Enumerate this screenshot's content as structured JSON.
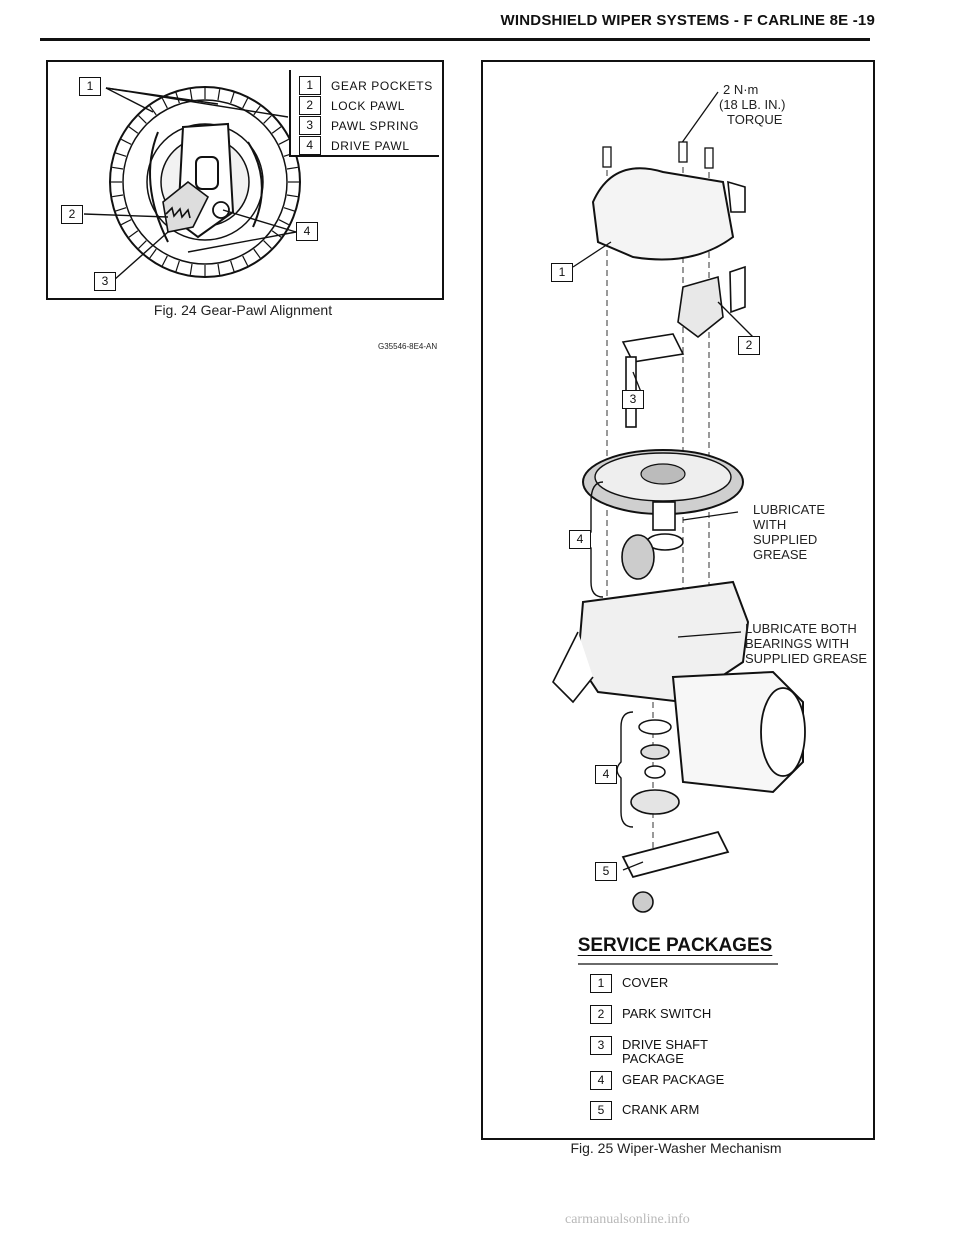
{
  "header": {
    "title": "WINDSHIELD WIPER SYSTEMS - F CARLINE  8E -19"
  },
  "fig24": {
    "caption": "Fig. 24 Gear-Pawl Alignment",
    "part_code": "G35546-8E4-AN",
    "callouts": [
      "1",
      "2",
      "3",
      "4"
    ],
    "legend": [
      {
        "num": "1",
        "label": "GEAR POCKETS"
      },
      {
        "num": "2",
        "label": "LOCK PAWL"
      },
      {
        "num": "3",
        "label": "PAWL SPRING"
      },
      {
        "num": "4",
        "label": "DRIVE PAWL"
      }
    ]
  },
  "fig25": {
    "caption": "Fig. 25 Wiper-Washer Mechanism",
    "torque_line1": "2 N·m",
    "torque_line2": "(18 LB. IN.)",
    "torque_line3": "TORQUE",
    "callouts": [
      "1",
      "2",
      "3",
      "4",
      "4",
      "5"
    ],
    "lubricate_1": [
      "LUBRICATE",
      "WITH",
      "SUPPLIED",
      "GREASE"
    ],
    "lubricate_2": [
      "LUBRICATE BOTH",
      "BEARINGS WITH",
      "SUPPLIED GREASE"
    ],
    "service_title": "SERVICE PACKAGES",
    "service_items": [
      {
        "num": "1",
        "label": "COVER"
      },
      {
        "num": "2",
        "label": "PARK SWITCH"
      },
      {
        "num": "3",
        "label": "DRIVE SHAFT\nPACKAGE"
      },
      {
        "num": "4",
        "label": "GEAR PACKAGE"
      },
      {
        "num": "5",
        "label": "CRANK ARM"
      }
    ]
  },
  "watermark": "carmanualsonline.info"
}
